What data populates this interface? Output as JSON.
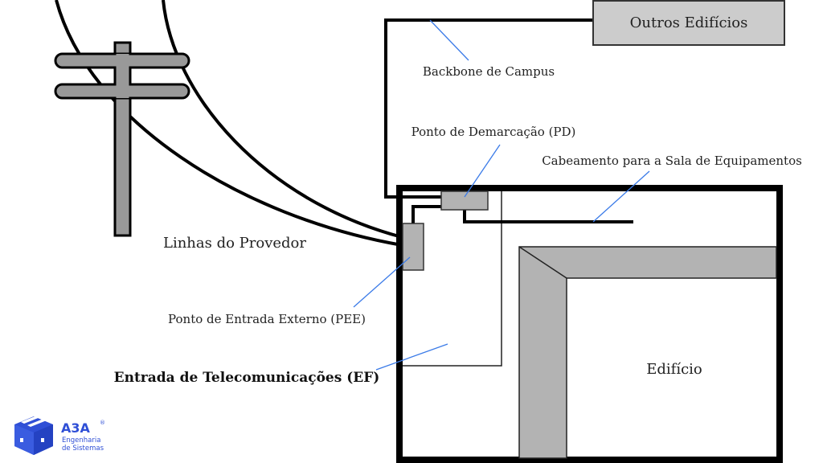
{
  "diagram": {
    "title": "Entrada de Telecomunicações",
    "labels": {
      "outros_edificios": "Outros Edifícios",
      "backbone_campus": "Backbone de Campus",
      "ponto_demarcacao": "Ponto de Demarcação (PD)",
      "cabeamento_sala": "Cabeamento para a Sala de Equipamentos",
      "linhas_provedor": "Linhas do Provedor",
      "ponto_entrada_externo": "Ponto de Entrada Externo (PEE)",
      "entrada_telecom": "Entrada de Telecomunicações (EF)",
      "edificio": "Edifício"
    },
    "colors": {
      "line": "#000000",
      "leader": "#3b7be8",
      "box_fill": "#b3b3b3",
      "outros_fill": "#cccccc",
      "pole_fill": "#999999",
      "wall_fill": "#b3b3b3"
    }
  },
  "logo": {
    "name": "A3A",
    "registered": "®",
    "subtitle_line1": "Engenharia",
    "subtitle_line2": "de Sistemas",
    "color": "#2f4fd6"
  }
}
